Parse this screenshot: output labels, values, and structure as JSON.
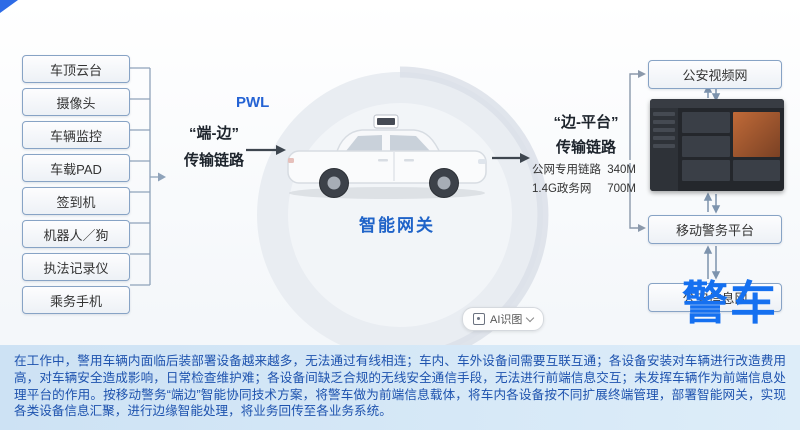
{
  "devices": [
    "车顶云台",
    "摄像头",
    "车辆监控",
    "车载PAD",
    "签到机",
    "机器人／狗",
    "执法记录仪",
    "乘务手机"
  ],
  "left_link": {
    "pwl": "PWL",
    "name": "“端-边”",
    "type": "传输链路"
  },
  "gateway": {
    "label": "智能网关"
  },
  "right_link": {
    "name": "“边-平台”",
    "type": "传输链路",
    "links": [
      {
        "name": "公网专用链路",
        "bandwidth": "340M"
      },
      {
        "name": "1.4G政务网",
        "bandwidth": "700M"
      }
    ]
  },
  "platforms": {
    "video_net": "公安视频网",
    "mobile_police": "移动警务平台",
    "info_net": "公安信息网"
  },
  "overlay": {
    "ai_badge": "AI识图",
    "brand": "警车"
  },
  "colors": {
    "accent_blue": "#1570f0",
    "link_blue": "#2563d4",
    "band_text": "#1d52ae"
  },
  "description": "在工作中，警用车辆内面临后装部署设备越来越多，无法通过有线相连；车内、车外设备间需要互联互通；各设备安装对车辆进行改造费用高，对车辆安全造成影响，日常检查维护难；各设备间缺乏合规的无线安全通信手段，无法进行前端信息交互；未发挥车辆作为前端信息处理平台的作用。按移动警务“端边”智能协同技术方案，将警车做为前端信息载体，将车内各设备按不同扩展终端管理，部署智能网关，实现各类设备信息汇聚，进行边缘智能处理，将业务回传至各业务系统。"
}
